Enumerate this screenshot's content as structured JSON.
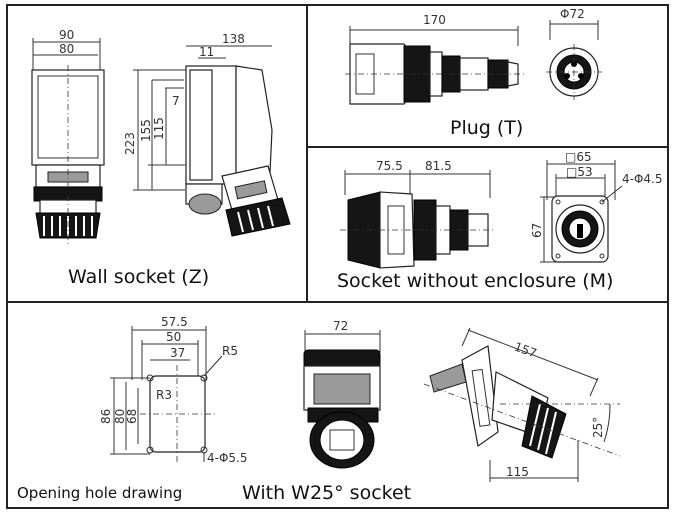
{
  "captions": {
    "wall_socket": "Wall socket (Z)",
    "plug": "Plug (T)",
    "socket_no_enclosure": "Socket without enclosure (M)",
    "opening_hole": "Opening hole drawing",
    "w25_socket": "With W25° socket"
  },
  "wall_socket_dims": {
    "w90": "90",
    "w80": "80",
    "w138": "138",
    "w11": "11",
    "h223": "223",
    "h155": "155",
    "h115": "115",
    "h7": "7"
  },
  "plug_dims": {
    "len170": "170",
    "dia72": "Φ72"
  },
  "socket_m_dims": {
    "len75_5": "75.5",
    "len81_5": "81.5",
    "sq65": "□65",
    "sq53": "□53",
    "holes": "4-Φ4.5",
    "h67": "67"
  },
  "hole_dims": {
    "w57_5": "57.5",
    "w50": "50",
    "w37": "37",
    "r5": "R5",
    "r3": "R3",
    "h86": "86",
    "h80": "80",
    "h68": "68",
    "holes": "4-Φ5.5"
  },
  "w25_dims": {
    "w72": "72",
    "len157": "157",
    "len115": "115",
    "angle": "25°"
  }
}
